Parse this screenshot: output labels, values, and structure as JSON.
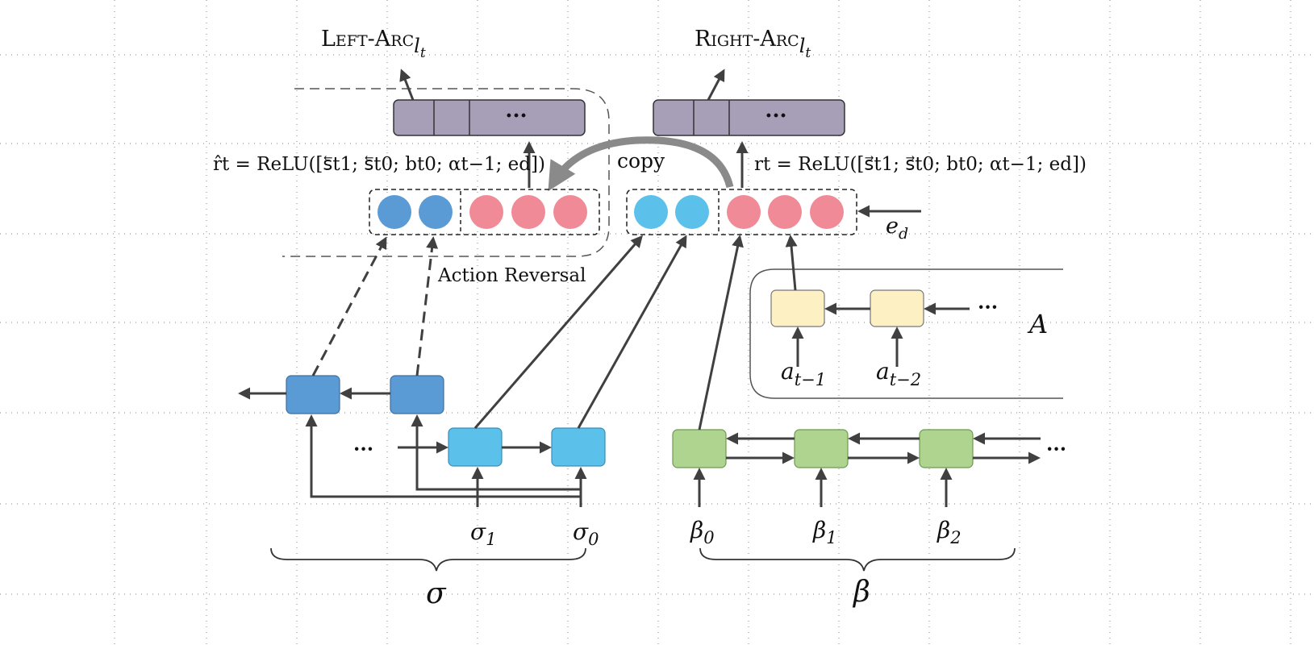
{
  "labels": {
    "left_arc": "Left-Arc",
    "left_arc_sub": "l",
    "left_arc_subsub": "t",
    "right_arc": "Right-Arc",
    "right_arc_sub": "l",
    "right_arc_subsub": "t",
    "ellipsis": "···",
    "copy": "copy",
    "action_reversal": "Action Reversal",
    "formula_left": "r̂t = ReLU([s⃖t1; s⃖t0; bt0; αt−1; ed])",
    "formula_right": "rt = ReLU([s⃗t1; s⃗t0; bt0; αt−1; ed])",
    "e_d": "e",
    "e_d_sub": "d",
    "A": "A",
    "a_t1": "a",
    "a_t1_sub": "t−1",
    "a_t2": "a",
    "a_t2_sub": "t−2",
    "sigma1": "σ",
    "sigma1_sub": "1",
    "sigma0": "σ",
    "sigma0_sub": "0",
    "beta0": "β",
    "beta0_sub": "0",
    "beta1": "β",
    "beta1_sub": "1",
    "beta2": "β",
    "beta2_sub": "2",
    "sigma": "σ",
    "beta": "β",
    "dots_stack": "···",
    "dots_buffer": "···",
    "dots_action": "···"
  },
  "colors": {
    "purple_box": "#a79eb8",
    "dark_blue": "#5b9bd5",
    "light_blue": "#5bc0ea",
    "pink": "#ef8a96",
    "green": "#aed490",
    "yellow": "#fdf1c3",
    "arrow": "#404040",
    "grid_dot": "#9a9a9a"
  }
}
